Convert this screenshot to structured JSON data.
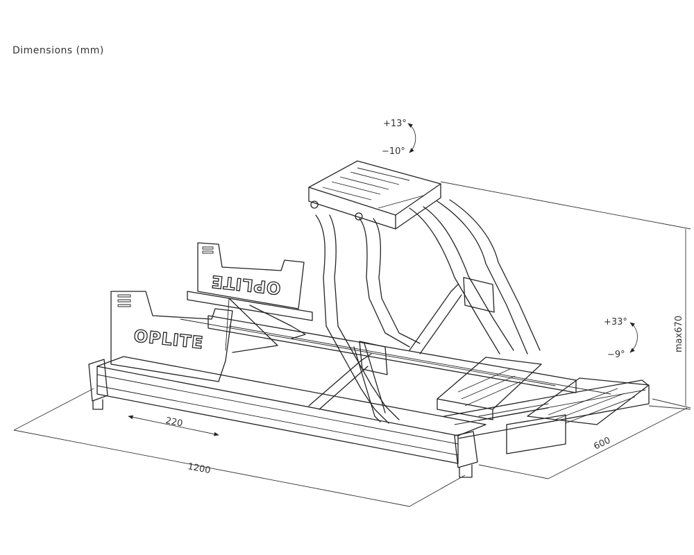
{
  "title": "Dimensions (mm)",
  "dimensions": {
    "length": "1200",
    "width": "600",
    "seat_slide": "220",
    "height": "max670"
  },
  "angles": {
    "wheel_up": "+13°",
    "wheel_down": "−10°",
    "pedal_up": "+33°",
    "pedal_down": "−9°"
  },
  "logos": {
    "seat_bracket_front": "OPLITE",
    "seat_bracket_rear": "OPLITE"
  }
}
